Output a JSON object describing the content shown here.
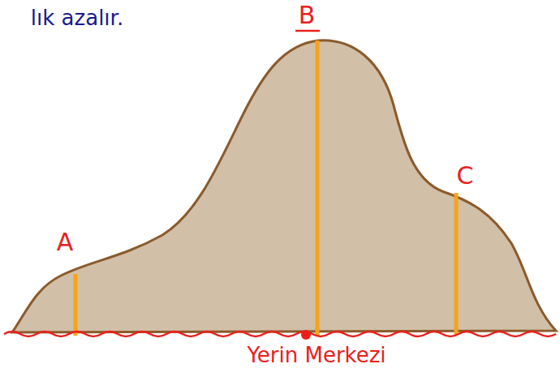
{
  "diagram": {
    "labels": [
      "lık azalır.",
      "B",
      "C",
      "A",
      "Yerin Merkezi"
    ]
  }
}
